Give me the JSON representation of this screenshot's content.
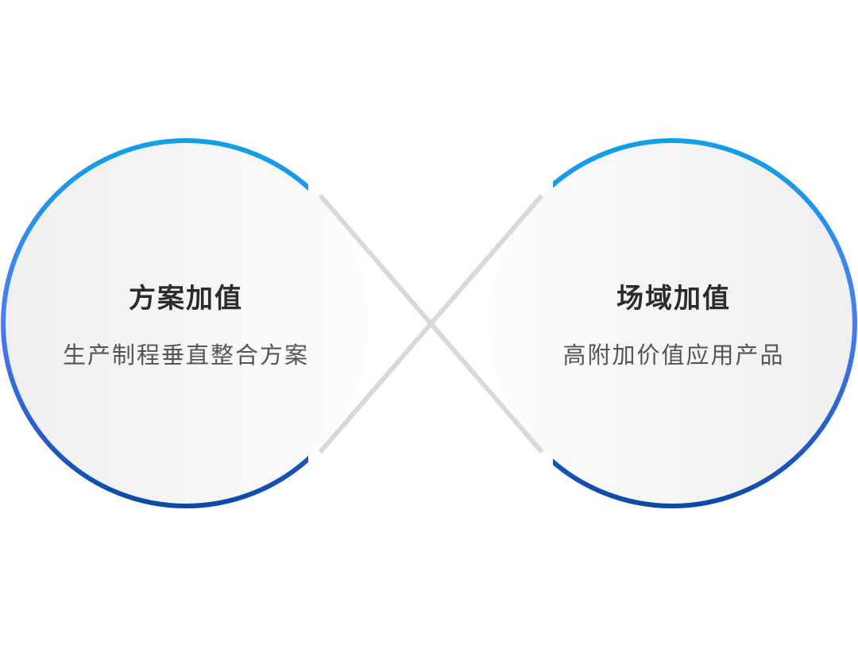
{
  "left": {
    "title": "方案加值",
    "subtitle": "生产制程垂直整合方案"
  },
  "right": {
    "title": "场域加值",
    "subtitle": "高附加价值应用产品"
  },
  "colors": {
    "ring_top": "#0ea0e6",
    "ring_mid": "#4a7cf4",
    "ring_bottom": "#0b49a8",
    "cross": "#d9d9d9",
    "fill": "#f3f3f3"
  }
}
